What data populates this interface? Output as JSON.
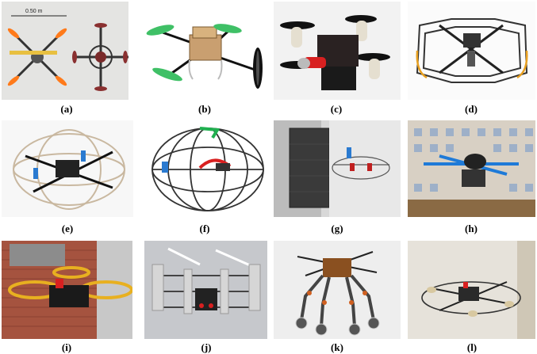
{
  "figure": {
    "panels": [
      {
        "id": "a",
        "caption": "(a)",
        "scale_bar": "0.50 m"
      },
      {
        "id": "b",
        "caption": "(b)"
      },
      {
        "id": "c",
        "caption": "(c)"
      },
      {
        "id": "d",
        "caption": "(d)"
      },
      {
        "id": "e",
        "caption": "(e)"
      },
      {
        "id": "f",
        "caption": "(f)"
      },
      {
        "id": "g",
        "caption": "(g)"
      },
      {
        "id": "h",
        "caption": "(h)"
      },
      {
        "id": "i",
        "caption": "(i)"
      },
      {
        "id": "j",
        "caption": "(j)"
      },
      {
        "id": "k",
        "caption": "(k)"
      },
      {
        "id": "l",
        "caption": "(l)"
      }
    ]
  }
}
